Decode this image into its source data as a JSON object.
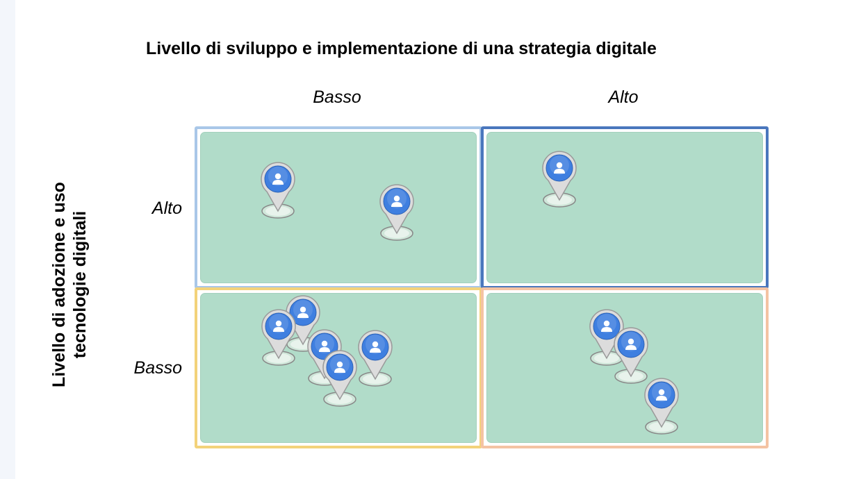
{
  "title": "Livello di sviluppo e implementazione di una strategia digitale",
  "y_axis_title": [
    "Livello di adozione e uso",
    "tecnologie digitali"
  ],
  "columns": [
    "Basso",
    "Alto"
  ],
  "rows": [
    "Alto",
    "Basso"
  ],
  "quadrant_colors": {
    "basso_alto": "#a9c7e8",
    "alto_alto": "#4a77bd",
    "basso_basso": "#f3d27a",
    "alto_basso": "#f4c3a3",
    "fill": "#b1dcc9",
    "pin": "#3f7fe0"
  },
  "pins": [
    {
      "quadrant": "basso-alto",
      "icon": "user-pin-icon"
    },
    {
      "quadrant": "basso-alto",
      "icon": "user-pin-icon"
    },
    {
      "quadrant": "alto-alto",
      "icon": "user-pin-icon"
    },
    {
      "quadrant": "basso-basso",
      "icon": "user-pin-icon"
    },
    {
      "quadrant": "basso-basso",
      "icon": "user-pin-icon"
    },
    {
      "quadrant": "basso-basso",
      "icon": "user-pin-icon"
    },
    {
      "quadrant": "basso-basso",
      "icon": "user-pin-icon"
    },
    {
      "quadrant": "basso-basso",
      "icon": "user-pin-icon"
    },
    {
      "quadrant": "alto-basso",
      "icon": "user-pin-icon"
    },
    {
      "quadrant": "alto-basso",
      "icon": "user-pin-icon"
    },
    {
      "quadrant": "alto-basso",
      "icon": "user-pin-icon"
    }
  ]
}
